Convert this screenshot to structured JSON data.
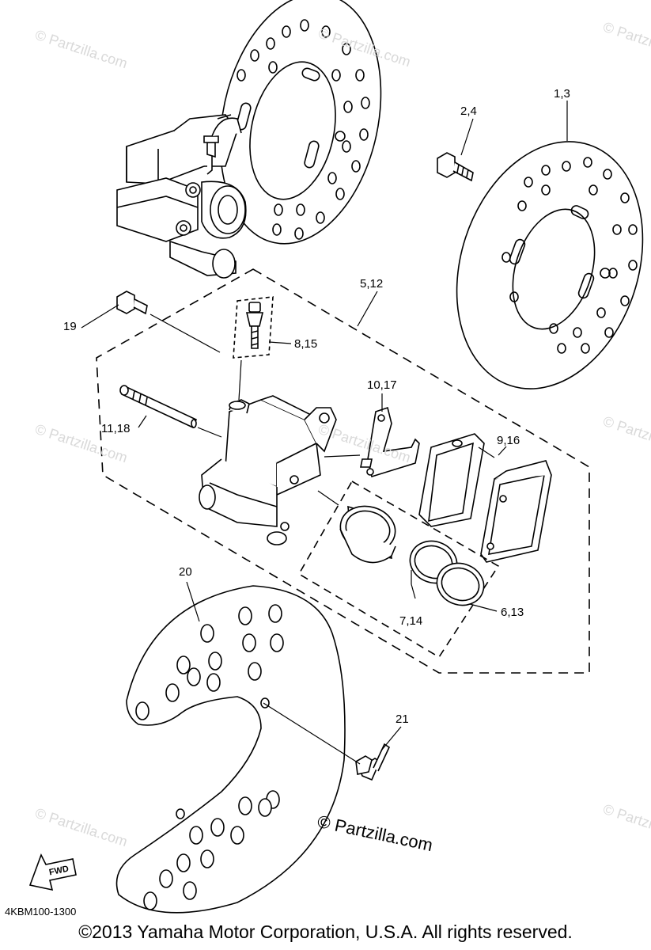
{
  "watermarks": [
    "© Partzilla.com",
    "© Partzilla.com",
    "© Partzilla.com",
    "© Partzilla.com",
    "© Partzilla.com",
    "© Partzilla.com",
    "© Partzilla.com",
    "© Partzilla.com"
  ],
  "watermark_main": "© Partzilla.com",
  "callouts": [
    {
      "id": "1-3",
      "text": "1,3"
    },
    {
      "id": "2-4",
      "text": "2,4"
    },
    {
      "id": "5-12",
      "text": "5,12"
    },
    {
      "id": "19",
      "text": "19"
    },
    {
      "id": "8-15",
      "text": "8,15"
    },
    {
      "id": "10-17",
      "text": "10,17"
    },
    {
      "id": "11-18",
      "text": "11,18"
    },
    {
      "id": "9-16",
      "text": "9,16"
    },
    {
      "id": "20",
      "text": "20"
    },
    {
      "id": "7-14",
      "text": "7,14"
    },
    {
      "id": "6-13",
      "text": "6,13"
    },
    {
      "id": "21",
      "text": "21"
    }
  ],
  "fwd_label": "FWD",
  "diagram_code": "4KBM100-1300",
  "copyright": "©2013 Yamaha Motor Corporation, U.S.A. All rights reserved."
}
